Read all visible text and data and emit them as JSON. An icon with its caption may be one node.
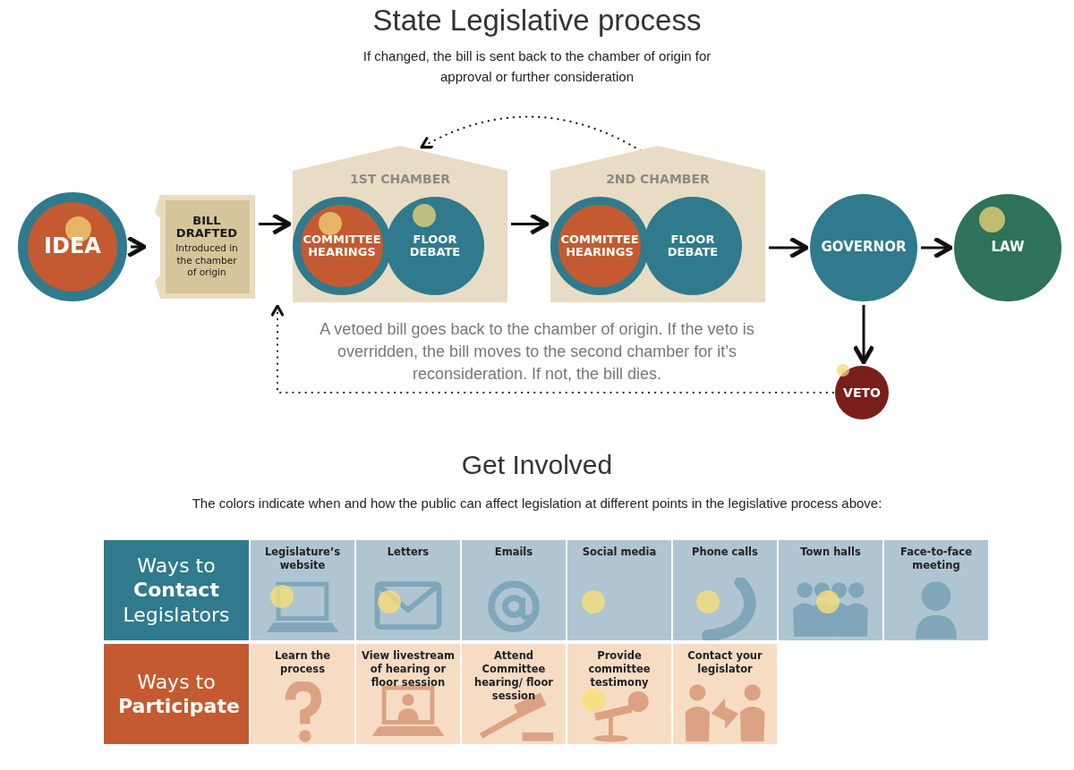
{
  "diagram": {
    "title": "State Legislative process",
    "nodes": [
      {
        "text": [
          "IDEA"
        ]
      },
      {
        "text": [
          "BILL DRAFTED",
          "Introduced in the chamber of origin"
        ]
      },
      {
        "text": [
          "1ST CHAMBER"
        ]
      },
      {
        "text": [
          "COMMITTEE HEARINGS"
        ],
        "in": 2
      },
      {
        "text": [
          "FLOOR DEBATE"
        ],
        "in": 2
      },
      {
        "text": [
          "2ND CHAMBER"
        ]
      },
      {
        "text": [
          "COMMITTEE HEARINGS"
        ],
        "in": 5
      },
      {
        "text": [
          "FLOOR DEBATE"
        ],
        "in": 5
      },
      {
        "text": [
          "GOVERNOR"
        ]
      },
      {
        "text": [
          "LAW"
        ]
      },
      {
        "text": [
          "VETO"
        ]
      }
    ],
    "edges": [
      {
        "from": 0,
        "to": 1,
        "arrow": "to"
      },
      {
        "from": 1,
        "to": 2,
        "arrow": "to"
      },
      {
        "from": 2,
        "to": 5,
        "arrow": "to"
      },
      {
        "from": 5,
        "to": 8,
        "arrow": "to"
      },
      {
        "from": 8,
        "to": 9,
        "arrow": "to"
      },
      {
        "from": 8,
        "to": 10,
        "arrow": "to"
      },
      {
        "from": 5,
        "to": 2,
        "arrow": "to",
        "style": "dashed",
        "label": "If changed, the bill is sent back to the chamber of origin for approval or further consideration"
      },
      {
        "from": 10,
        "to": 2,
        "arrow": "to",
        "style": "dashed",
        "label": "A vetoed bill goes back to the chamber of origin. If the veto is overridden, the bill moves to the second chamber for it’s reconsideration. If not, the bill dies."
      }
    ],
    "labels": [
      "Get Involved",
      "The colors indicate when and how the public can affect legislation at different points in the legislative process above:",
      "Ways to **Contact** Legislators",
      "Legislature’s website",
      "Letters",
      "Emails",
      "Social media",
      "Phone calls",
      "Town halls",
      "Face-to-face meeting",
      "Ways to **Participate**",
      "Learn the process",
      "View livestream of hearing or floor session",
      "Attend Committee hearing/ floor session",
      "Provide committee testimony",
      "Contact your legislator"
    ]
  }
}
